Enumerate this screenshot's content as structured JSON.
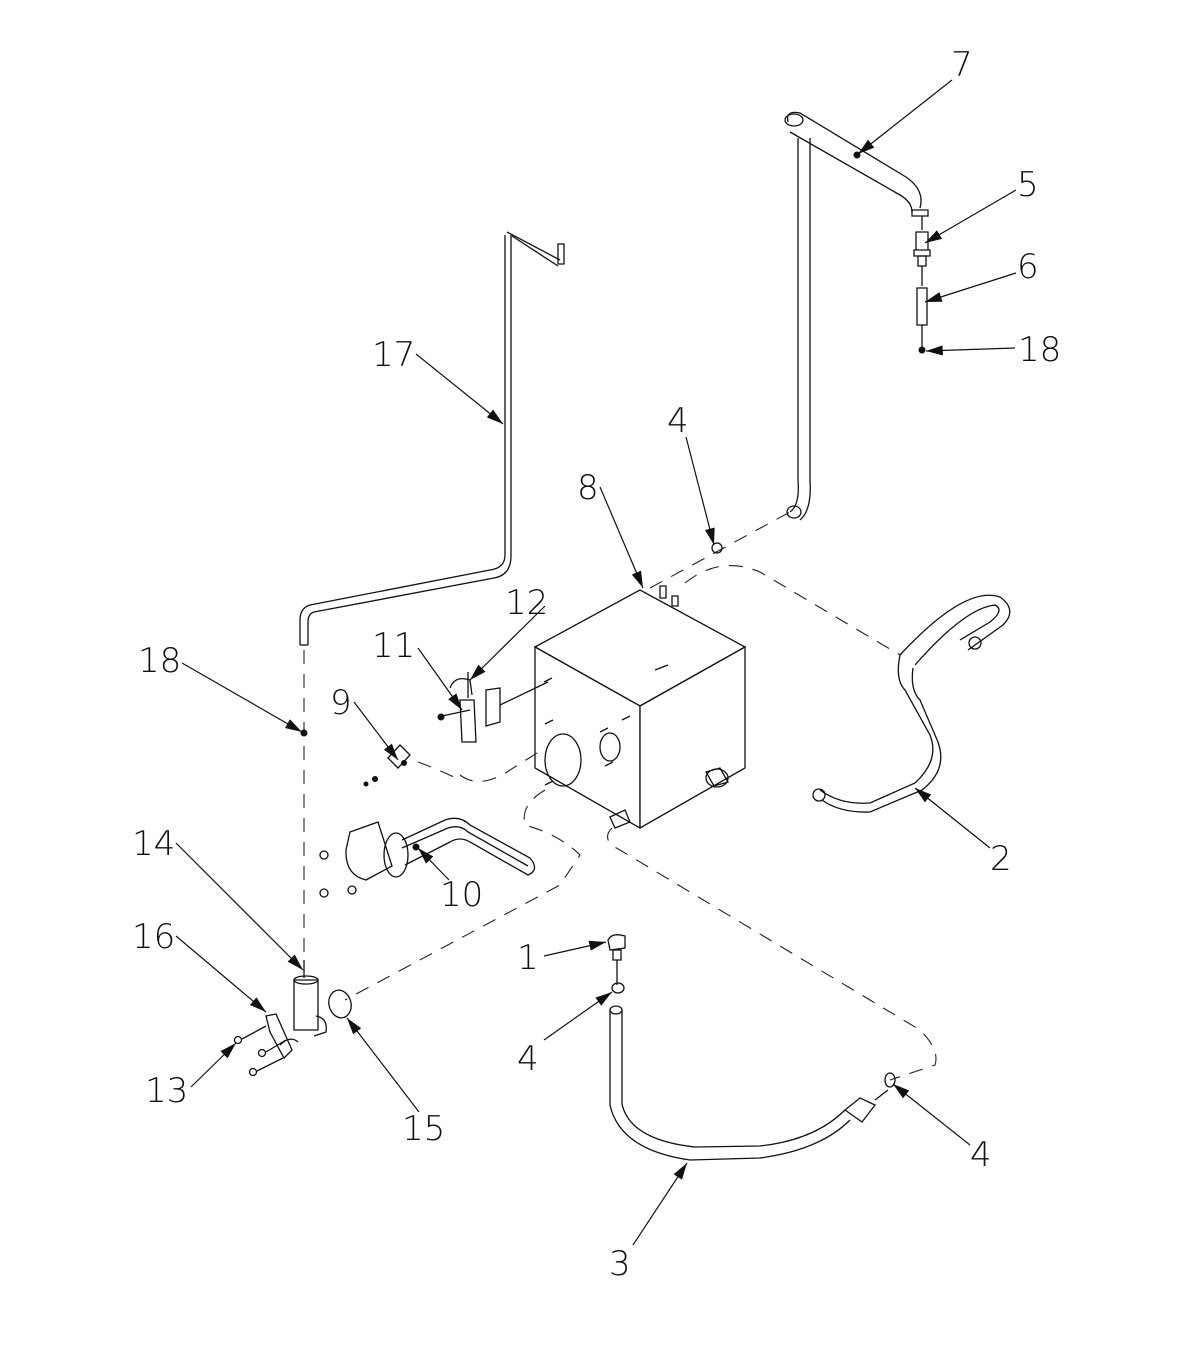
{
  "diagram": {
    "type": "exploded-assembly",
    "callouts": [
      {
        "id": "c7",
        "label": "7"
      },
      {
        "id": "c5",
        "label": "5"
      },
      {
        "id": "c6",
        "label": "6"
      },
      {
        "id": "c18a",
        "label": "18"
      },
      {
        "id": "c17",
        "label": "17"
      },
      {
        "id": "c4a",
        "label": "4"
      },
      {
        "id": "c8",
        "label": "8"
      },
      {
        "id": "c12",
        "label": "12"
      },
      {
        "id": "c11",
        "label": "11"
      },
      {
        "id": "c18b",
        "label": "18"
      },
      {
        "id": "c9",
        "label": "9"
      },
      {
        "id": "c2",
        "label": "2"
      },
      {
        "id": "c14",
        "label": "14"
      },
      {
        "id": "c10",
        "label": "10"
      },
      {
        "id": "c16",
        "label": "16"
      },
      {
        "id": "c1",
        "label": "1"
      },
      {
        "id": "c4b",
        "label": "4"
      },
      {
        "id": "c13",
        "label": "13"
      },
      {
        "id": "c15",
        "label": "15"
      },
      {
        "id": "c4c",
        "label": "4"
      },
      {
        "id": "c3",
        "label": "3"
      }
    ]
  }
}
